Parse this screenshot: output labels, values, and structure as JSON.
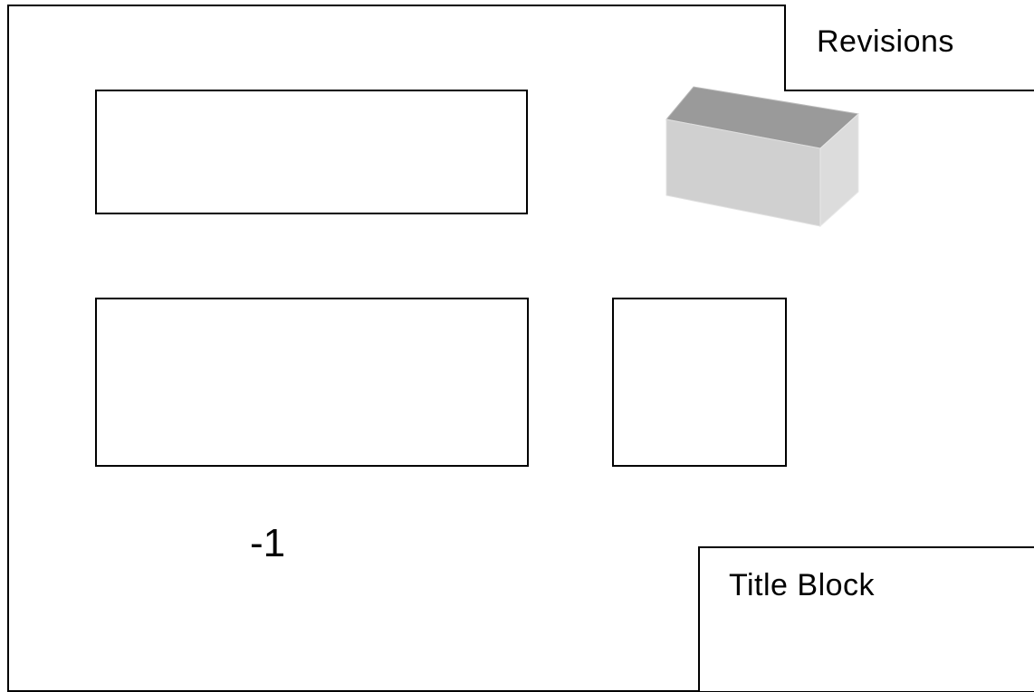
{
  "drawing_sheet": {
    "revisions_label": "Revisions",
    "title_block_label": "Title Block",
    "sheet_number": "-1"
  },
  "colors": {
    "line": "#000000",
    "iso_top": "#9a9a9a",
    "iso_front": "#d0d0d0",
    "iso_side": "#dcdcdc"
  },
  "icons": {
    "isometric_view": "box-3d-icon"
  }
}
